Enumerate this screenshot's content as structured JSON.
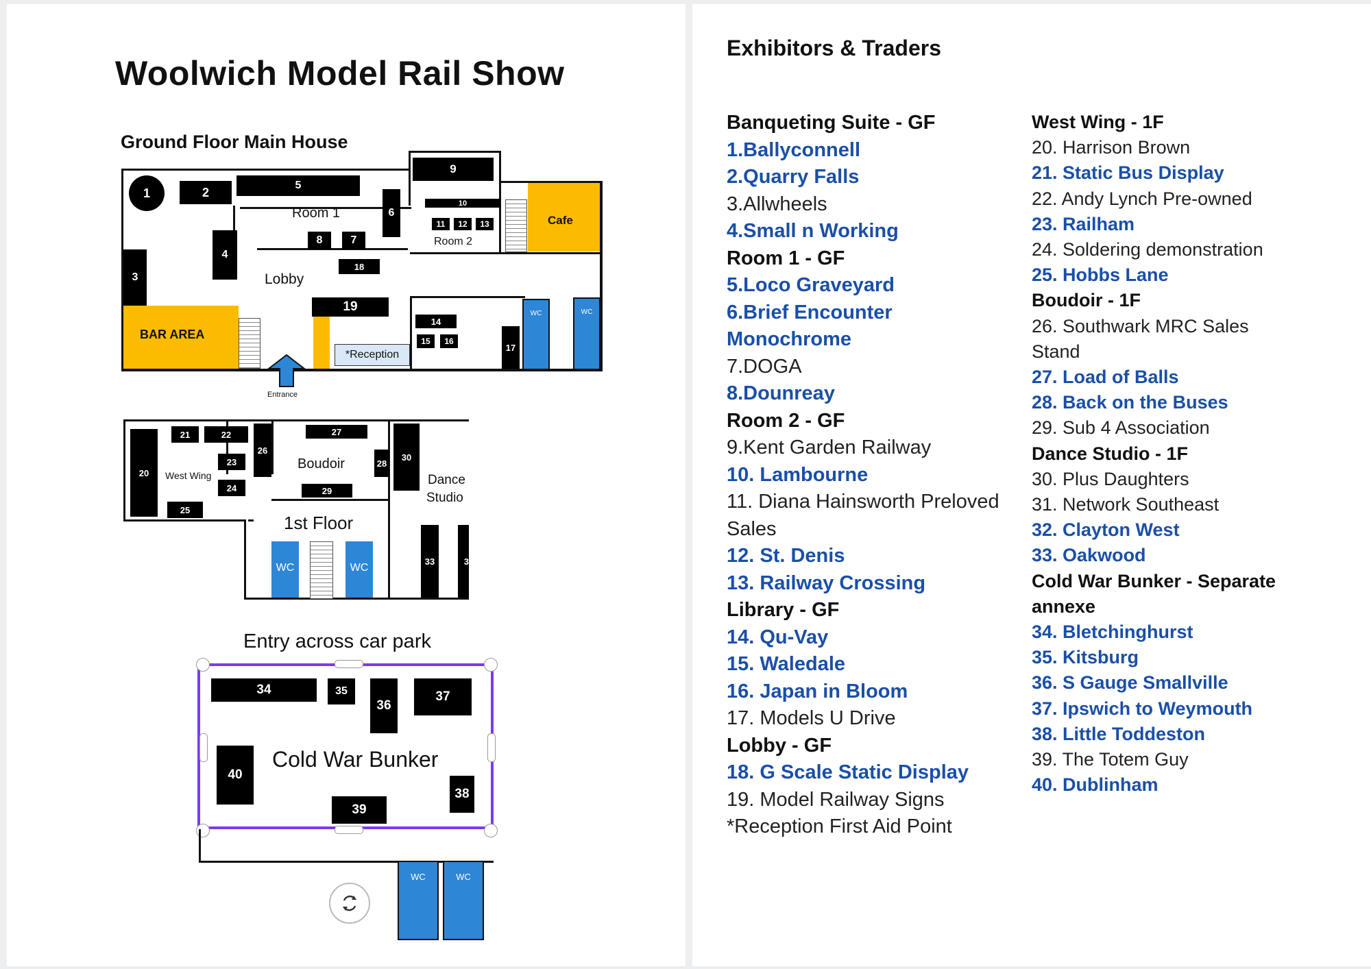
{
  "left": {
    "title": "Woolwich Model Rail Show",
    "ground_floor": {
      "label": "Ground Floor Main House",
      "room_labels": {
        "room1": "Room 1",
        "room2": "Room 2",
        "lobby": "Lobby",
        "cafe": "Cafe",
        "bar_area": "BAR AREA",
        "reception": "*Reception",
        "entrance": "Entrance",
        "wc": "WC"
      },
      "stand_numbers": [
        "1",
        "2",
        "3",
        "4",
        "5",
        "6",
        "7",
        "8",
        "9",
        "10",
        "11",
        "12",
        "13",
        "14",
        "15",
        "16",
        "17",
        "18",
        "19"
      ]
    },
    "first_floor": {
      "label": "1st Floor",
      "room_labels": {
        "west_wing": "West Wing",
        "boudoir": "Boudoir",
        "dance_studio_1": "Dance",
        "dance_studio_2": "Studio",
        "wc": "WC"
      },
      "stand_numbers": [
        "20",
        "21",
        "22",
        "23",
        "24",
        "25",
        "26",
        "27",
        "28",
        "29",
        "30",
        "33",
        "3"
      ]
    },
    "bunker": {
      "entry_label": "Entry across car park",
      "label": "Cold War Bunker",
      "wc": "WC",
      "stand_numbers": [
        "34",
        "35",
        "36",
        "37",
        "38",
        "39",
        "40"
      ],
      "icon": "rotate-icon"
    }
  },
  "right": {
    "heading": "Exhibitors & Traders",
    "col_a": [
      {
        "text": "Banqueting Suite - GF",
        "style": "section"
      },
      {
        "text": "1.Ballyconnell",
        "style": "blue"
      },
      {
        "text": "2.Quarry Falls",
        "style": "blue"
      },
      {
        "text": "3.Allwheels",
        "style": "plain"
      },
      {
        "text": "4.Small n Working",
        "style": "blue"
      },
      {
        "text": "Room 1 - GF",
        "style": "section"
      },
      {
        "text": "5.Loco Graveyard",
        "style": "blue"
      },
      {
        "text": "6.Brief Encounter",
        "style": "blue"
      },
      {
        "text": "Monochrome",
        "style": "blue"
      },
      {
        "text": "7.DOGA",
        "style": "plain"
      },
      {
        "text": "8.Dounreay",
        "style": "blue"
      },
      {
        "text": "Room 2 - GF",
        "style": "section"
      },
      {
        "text": "9.Kent Garden Railway",
        "style": "plain"
      },
      {
        "text": "10. Lambourne",
        "style": "blue"
      },
      {
        "text": "11. Diana Hainsworth Preloved",
        "style": "plain"
      },
      {
        "text": "Sales",
        "style": "plain"
      },
      {
        "text": "12. St. Denis",
        "style": "blue"
      },
      {
        "text": "13. Railway Crossing",
        "style": "blue"
      },
      {
        "text": "Library - GF",
        "style": "section"
      },
      {
        "text": "14. Qu-Vay",
        "style": "blue"
      },
      {
        "text": "15. Waledale",
        "style": "blue"
      },
      {
        "text": "16. Japan in Bloom",
        "style": "blue"
      },
      {
        "text": "17. Models U Drive",
        "style": "plain"
      },
      {
        "text": "Lobby - GF",
        "style": "section"
      },
      {
        "text": "18. G Scale Static Display",
        "style": "blue"
      },
      {
        "text": "19. Model Railway Signs",
        "style": "plain"
      },
      {
        "text": "*Reception First Aid Point",
        "style": "plain"
      }
    ],
    "col_b": [
      {
        "text": "West Wing - 1F",
        "style": "section"
      },
      {
        "text": "20. Harrison Brown",
        "style": "plain"
      },
      {
        "text": "21. Static Bus Display",
        "style": "blue"
      },
      {
        "text": "22. Andy Lynch Pre-owned",
        "style": "plain"
      },
      {
        "text": "23. Railham",
        "style": "blue"
      },
      {
        "text": "24. Soldering demonstration",
        "style": "plain"
      },
      {
        "text": "25. Hobbs Lane",
        "style": "blue"
      },
      {
        "text": "Boudoir - 1F",
        "style": "section"
      },
      {
        "text": "26. Southwark MRC Sales",
        "style": "plain"
      },
      {
        "text": "Stand",
        "style": "plain"
      },
      {
        "text": "27. Load of Balls",
        "style": "blue"
      },
      {
        "text": "28. Back on the Buses",
        "style": "blue"
      },
      {
        "text": "29. Sub 4 Association",
        "style": "plain"
      },
      {
        "text": "Dance Studio - 1F",
        "style": "section"
      },
      {
        "text": "30. Plus Daughters",
        "style": "plain"
      },
      {
        "text": "31. Network Southeast",
        "style": "plain"
      },
      {
        "text": "32. Clayton West",
        "style": "blue"
      },
      {
        "text": "33. Oakwood",
        "style": "blue"
      },
      {
        "text": "Cold War Bunker - Separate",
        "style": "section"
      },
      {
        "text": "annexe",
        "style": "section"
      },
      {
        "text": "34. Bletchinghurst",
        "style": "blue"
      },
      {
        "text": "35. Kitsburg",
        "style": "blue"
      },
      {
        "text": "36. S Gauge Smallville",
        "style": "blue"
      },
      {
        "text": "37. Ipswich to Weymouth",
        "style": "blue"
      },
      {
        "text": "38. Little Toddeston",
        "style": "blue"
      },
      {
        "text": "39. The Totem Guy",
        "style": "plain"
      },
      {
        "text": "40. Dublinham",
        "style": "blue"
      }
    ]
  }
}
